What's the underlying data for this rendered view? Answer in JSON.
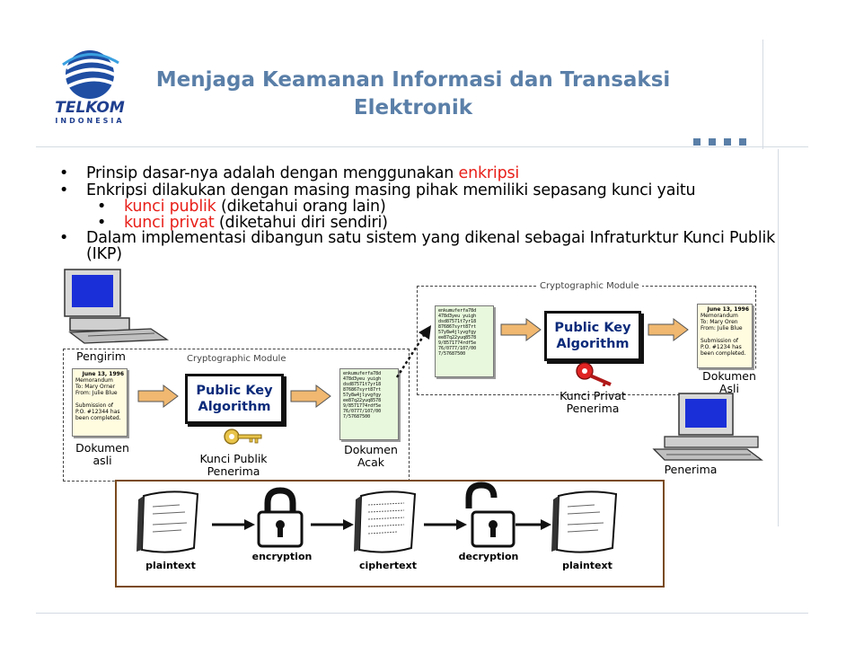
{
  "header": {
    "logo_text": "TELKOM",
    "logo_subtext": "INDONESIA",
    "title_line1": "Menjaga Keamanan Informasi dan Transaksi",
    "title_line2": "Elektronik",
    "accent": "#5a7fa8"
  },
  "bullets": {
    "b1_text": "Prinsip dasar-nya adalah dengan menggunakan ",
    "b1_highlight": "enkripsi",
    "b2_text": "Enkripsi dilakukan dengan masing masing pihak memiliki sepasang kunci yaitu",
    "sub1_highlight": "kunci publik",
    "sub1_text": " (diketahui orang lain)",
    "sub2_highlight": "kunci privat",
    "sub2_text": " (diketahui diri sendiri)",
    "b3_line1": "Dalam implementasi dibangun satu sistem yang dikenal sebagai Infraturktur Kunci Publik",
    "b3_line2": "(IKP)",
    "bullet_symbol": "•",
    "highlight_color": "#e8201a"
  },
  "diagram": {
    "sender_label": "Pengirim",
    "module_label_left": "Cryptographic Module",
    "module_label_right": "Cryptographic Module",
    "algo_left_line1": "Public Key",
    "algo_left_line2": "Algorithm",
    "algo_right_line1": "Public Key",
    "algo_right_line2": "Algorithm",
    "doc_left_label_line1": "Dokumen",
    "doc_left_label_line2": "asli",
    "public_key_label_line1": "Kunci Publik",
    "public_key_label_line2": "Penerima",
    "cipher_label_line1": "Dokumen",
    "cipher_label_line2": "Acak",
    "private_key_label_line1": "Kunci Privat",
    "private_key_label_line2": "Penerima",
    "doc_right_label_line1": "Dokumen",
    "doc_right_label_line2": "Asli",
    "receiver_label": "Penerima",
    "memo_date": "June 13, 1996",
    "memo_left": [
      "Memorandum",
      "To: Mary Orner",
      "From: Julie Blue",
      "",
      "Submission of",
      "P.O. #12344 has",
      "been completed."
    ],
    "memo_right": [
      "Memorandum",
      "To: Mary Oren",
      "From: Julie Blue",
      "",
      "Submission of",
      "P.O. #1234 has",
      "been completed."
    ],
    "cipher_text": [
      "enkumuferfa78d",
      "478d3yeu yuigh",
      "dsd87571t7yr18",
      "876867syrt87rt",
      "57y8w4jlyvgfgy",
      "ee87q22yuq8578",
      "9/8571774rdf5e",
      "76/0777/107/00",
      "7/57687500"
    ]
  },
  "cycle": {
    "plaintext_label": "plaintext",
    "encryption_label": "encryption",
    "ciphertext_label": "ciphertext",
    "decryption_label": "decryption",
    "plaintext2_label": "plaintext"
  }
}
